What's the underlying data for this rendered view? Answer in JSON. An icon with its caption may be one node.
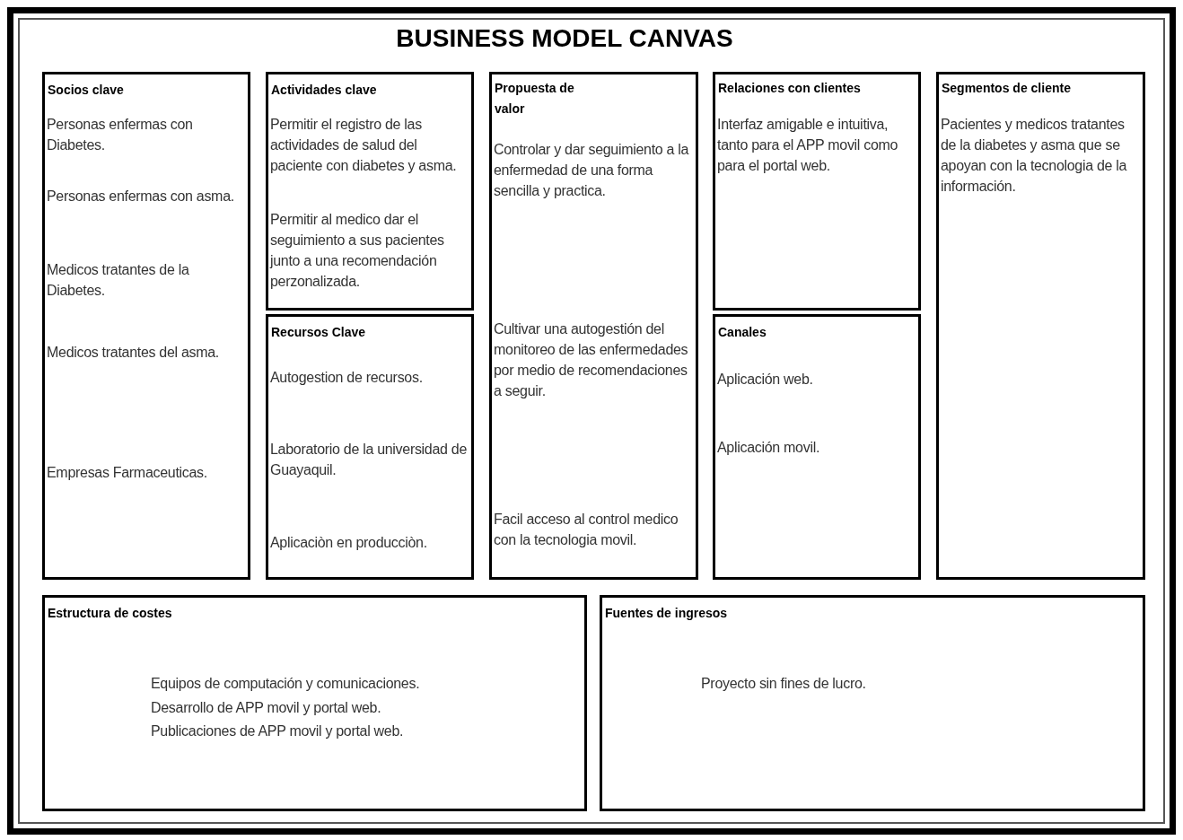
{
  "diagram": {
    "title": "BUSINESS MODEL CANVAS",
    "nodes": [
      {
        "text": [
          "Socios clave",
          "Personas enfermas con Diabetes.",
          "Personas enfermas con asma.",
          "Medicos tratantes de la Diabetes.",
          "Medicos tratantes del asma.",
          "Empresas Farmaceuticas."
        ]
      },
      {
        "text": [
          "Actividades clave",
          "Permitir el registro de las actividades de salud del paciente con diabetes y asma.",
          "Permitir al medico dar el seguimiento a sus pacientes junto a una recomendación perzonalizada."
        ]
      },
      {
        "text": [
          "Recursos Clave",
          "Autogestion de recursos.",
          "Laboratorio de la universidad de Guayaquil.",
          "Aplicaciòn en producciòn."
        ]
      },
      {
        "text": [
          "Propuesta de valor",
          "Controlar y dar seguimiento a la enfermedad de una forma sencilla y practica.",
          "Cultivar una autogestión del monitoreo de las enfermedades por medio de recomendaciones a seguir.",
          "Facil acceso al control medico con la tecnologia movil."
        ]
      },
      {
        "text": [
          "Relaciones con clientes",
          "Interfaz amigable e intuitiva, tanto para el APP movil como para el portal web."
        ]
      },
      {
        "text": [
          "Canales",
          "Aplicación web.",
          "Aplicación movil."
        ]
      },
      {
        "text": [
          "Segmentos de cliente",
          "Pacientes y medicos tratantes de la diabetes y asma que se apoyan con la tecnologia de la información."
        ]
      },
      {
        "text": [
          "Estructura de costes",
          "Equipos de computación y comunicaciones.",
          "Desarrollo de APP movil y portal web.",
          "Publicaciones de APP movil y portal web."
        ]
      },
      {
        "text": [
          "Fuentes de ingresos",
          "Proyecto sin fines de lucro."
        ]
      }
    ]
  }
}
